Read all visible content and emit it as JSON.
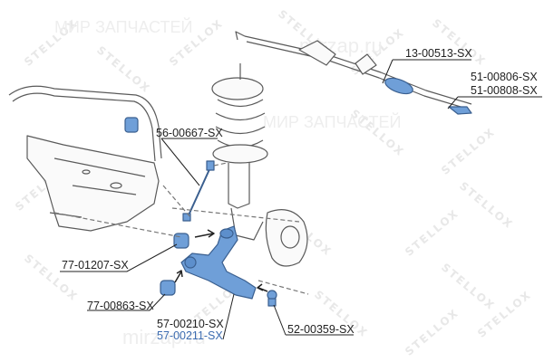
{
  "diagram": {
    "title": "Front suspension and steering parts diagram",
    "brand_watermark": "STELLOX",
    "site_watermarks": [
      "mirzap.ru",
      "МИР ЗАПЧАСТЕЙ"
    ],
    "colors": {
      "part_highlight": "#6f9fd8",
      "line_art": "#5a5a5a",
      "label_text": "#222222",
      "alt_label_text": "#3b6bb0",
      "watermark": "#e6e6e6"
    },
    "labels": [
      {
        "id": "steering-rack",
        "text": "13-00513-SX"
      },
      {
        "id": "tie-rod-end-1",
        "text": "51-00806-SX"
      },
      {
        "id": "tie-rod-end-2",
        "text": "51-00808-SX"
      },
      {
        "id": "stabilizer-link",
        "text": "56-00667-SX"
      },
      {
        "id": "rear-bushing",
        "text": "77-01207-SX"
      },
      {
        "id": "front-bushing",
        "text": "77-00863-SX"
      },
      {
        "id": "control-arm-1",
        "text": "57-00210-SX"
      },
      {
        "id": "control-arm-2",
        "text": "57-00211-SX"
      },
      {
        "id": "ball-joint",
        "text": "52-00359-SX"
      }
    ]
  }
}
